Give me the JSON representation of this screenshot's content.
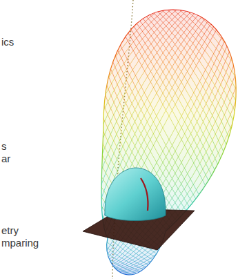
{
  "diagram": {
    "labels": [
      "ics",
      "s",
      "ar",
      "etry",
      "mparing"
    ]
  }
}
